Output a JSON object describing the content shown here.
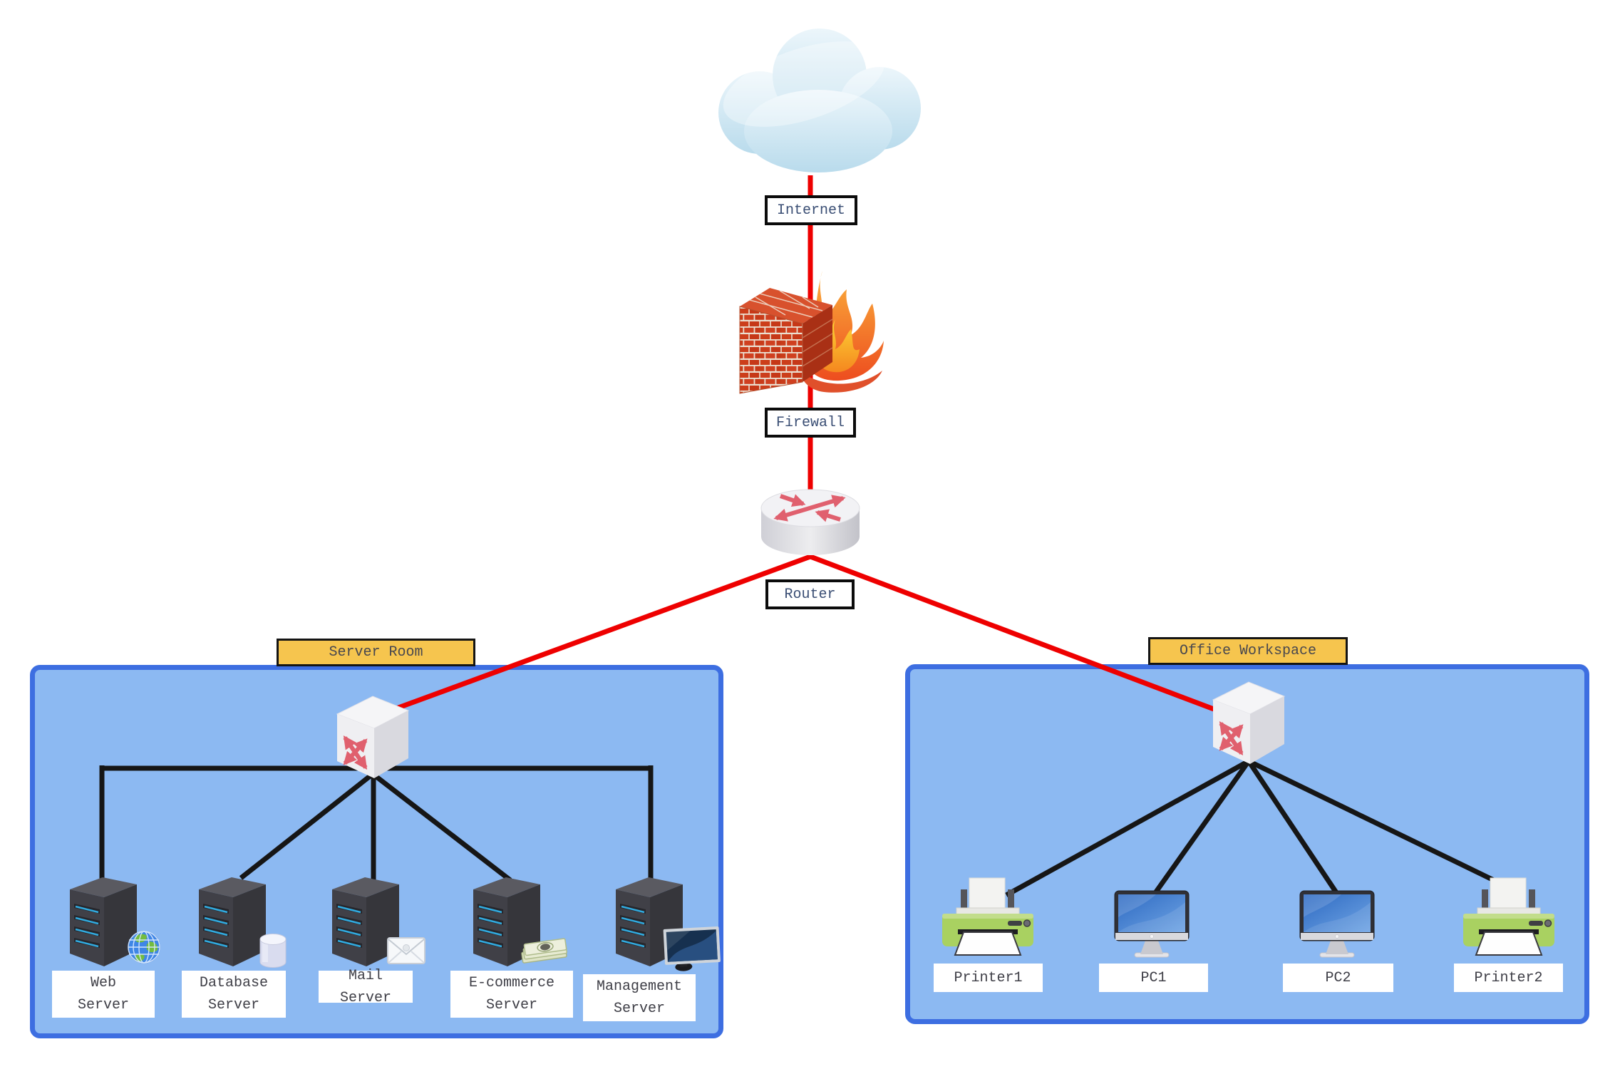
{
  "backbone": {
    "internet": "Internet",
    "firewall": "Firewall",
    "router": "Router"
  },
  "zones": {
    "server_room": {
      "label": "Server Room",
      "devices": [
        {
          "name": "web-server",
          "label": "Web\nServer"
        },
        {
          "name": "database-server",
          "label": "Database\nServer"
        },
        {
          "name": "mail-server",
          "label": "Mail Server"
        },
        {
          "name": "ecommerce-server",
          "label": "E-commerce\nServer"
        },
        {
          "name": "management-server",
          "label": "Management\nServer"
        }
      ]
    },
    "office_workspace": {
      "label": "Office Workspace",
      "devices": [
        {
          "name": "printer1",
          "label": "Printer1"
        },
        {
          "name": "pc1",
          "label": "PC1"
        },
        {
          "name": "pc2",
          "label": "PC2"
        },
        {
          "name": "printer2",
          "label": "Printer2"
        }
      ]
    }
  },
  "icons": [
    "cloud-icon",
    "firewall-icon",
    "router-icon",
    "switch-icon",
    "server-tower-icon",
    "globe-icon",
    "database-cylinder-icon",
    "envelope-icon",
    "money-icon",
    "monitor-icon",
    "printer-icon",
    "desktop-pc-icon"
  ],
  "colors": {
    "wan_link": "#ee0000",
    "lan_link": "#161616",
    "zone_fill": "#8cb9f2",
    "zone_border": "#3d6ee1",
    "zone_label_fill": "#f6c54e",
    "bordered_label_text": "#3a4e74",
    "device_label_text": "#3e3e46",
    "switch_arrow": "#e0606e"
  }
}
